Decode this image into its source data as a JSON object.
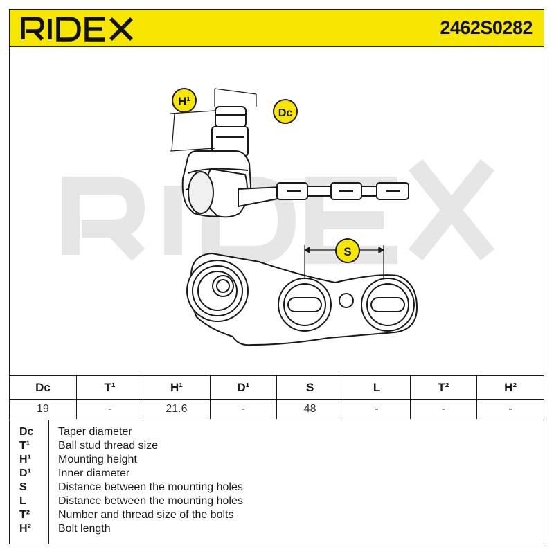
{
  "header": {
    "brand": "RIDEX",
    "part_number": "2462S0282",
    "color": "#f7e600"
  },
  "drawing": {
    "watermark": "RIDEX",
    "callouts": {
      "h1": "H¹",
      "dc": "Dc",
      "s": "S"
    }
  },
  "table": {
    "headers": [
      "Dc",
      "T¹",
      "H¹",
      "D¹",
      "S",
      "L",
      "T²",
      "H²"
    ],
    "values": [
      "19",
      "-",
      "21.6",
      "-",
      "48",
      "-",
      "-",
      "-"
    ]
  },
  "legend": [
    {
      "key": "Dc",
      "desc": "Taper diameter"
    },
    {
      "key": "T¹",
      "desc": "Ball stud thread size"
    },
    {
      "key": "H¹",
      "desc": "Mounting height"
    },
    {
      "key": "D¹",
      "desc": "Inner diameter"
    },
    {
      "key": "S",
      "desc": "Distance between the mounting holes"
    },
    {
      "key": "L",
      "desc": "Distance between the mounting holes"
    },
    {
      "key": "T²",
      "desc": "Number and thread size of the bolts"
    },
    {
      "key": "H²",
      "desc": "Bolt length"
    }
  ]
}
